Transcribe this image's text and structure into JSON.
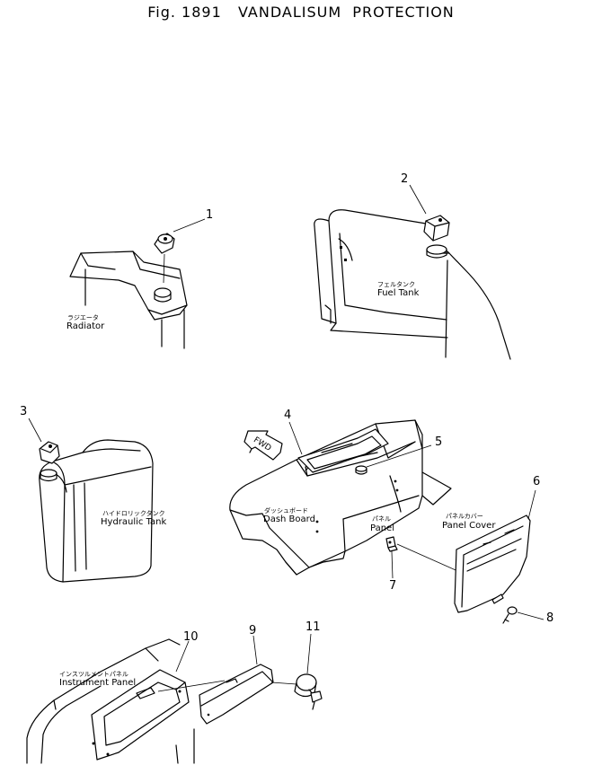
{
  "figure": {
    "title": "Fig. 1891   VANDALISUM  PROTECTION"
  },
  "labels": {
    "radiator_jp": "ラジエータ",
    "radiator": "Radiator",
    "fuel_tank_jp": "フェルタンク",
    "fuel_tank": "Fuel Tank",
    "hydraulic_tank_jp": "ハイドロリックタンク",
    "hydraulic_tank": "Hydraulic Tank",
    "dash_board_jp": "ダッシュボード",
    "dash_board": "Dash Board",
    "panel_jp": "パネル",
    "panel": "Panel",
    "panel_cover_jp": "パネルカバー",
    "panel_cover": "Panel Cover",
    "instrument_panel_jp": "インスツルメントパネル",
    "instrument_panel": "Instrument  Panel",
    "fwd": "FWD"
  },
  "callouts": [
    "1",
    "2",
    "3",
    "4",
    "5",
    "6",
    "7",
    "8",
    "9",
    "10",
    "11"
  ]
}
